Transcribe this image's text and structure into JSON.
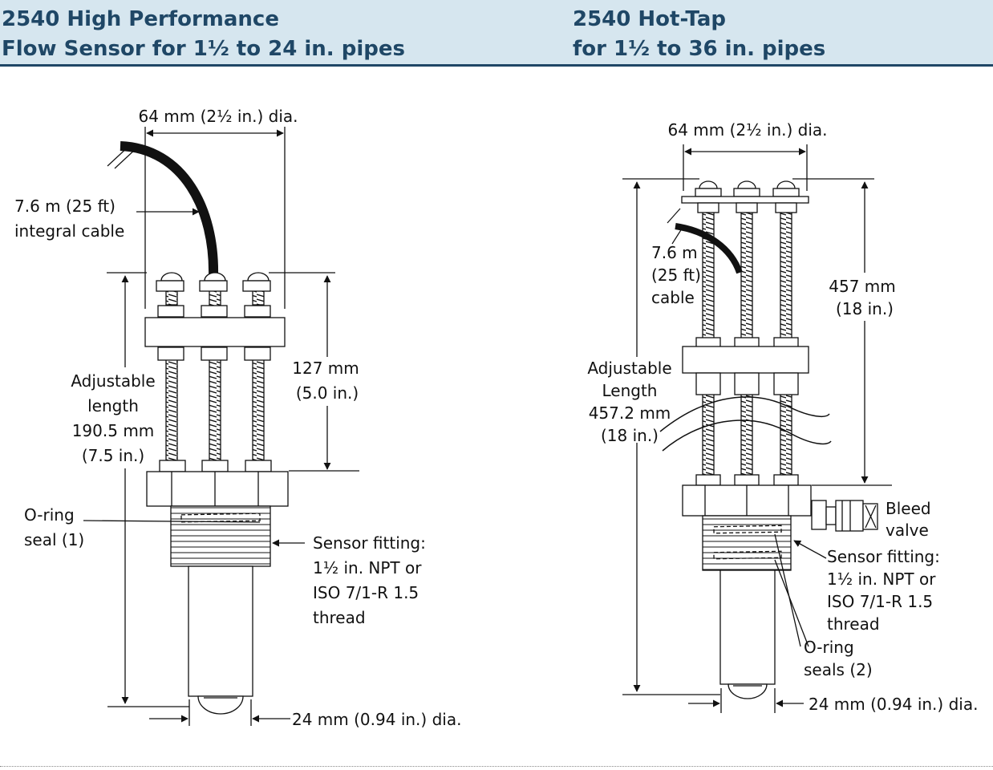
{
  "header": {
    "left": {
      "line1": "2540 High Performance",
      "line2": "Flow Sensor for 1½ to 24 in. pipes"
    },
    "right": {
      "line1": "2540 Hot-Tap",
      "line2": "for 1½ to 36 in. pipes"
    }
  },
  "left_diagram": {
    "top_diameter": "64 mm (2½ in.) dia.",
    "cable": [
      "7.6 m (25 ft)",
      "integral cable"
    ],
    "adjustable": [
      "Adjustable",
      "length",
      "190.5 mm",
      "(7.5 in.)"
    ],
    "height": [
      "127 mm",
      "(5.0 in.)"
    ],
    "oring": [
      "O-ring",
      "seal (1)"
    ],
    "fitting": [
      "Sensor fitting:",
      "1½ in. NPT or",
      "ISO 7/1-R 1.5",
      "thread"
    ],
    "bottom_diameter": "24 mm (0.94 in.) dia."
  },
  "right_diagram": {
    "top_diameter": "64 mm (2½ in.) dia.",
    "cable": [
      "7.6 m",
      "(25 ft)",
      "cable"
    ],
    "height": [
      "457 mm",
      "(18 in.)"
    ],
    "adjustable": [
      "Adjustable",
      "Length",
      "457.2 mm",
      "(18 in.)"
    ],
    "bleed": [
      "Bleed",
      "valve"
    ],
    "fitting": [
      "Sensor fitting:",
      "1½ in. NPT or",
      "ISO 7/1-R 1.5",
      "thread"
    ],
    "orings": [
      "O-ring",
      "seals (2)"
    ],
    "bottom_diameter": "24 mm (0.94 in.) dia."
  },
  "colors": {
    "header_bg": "#d6e6ef",
    "header_text": "#1f4766",
    "line": "#111111"
  }
}
